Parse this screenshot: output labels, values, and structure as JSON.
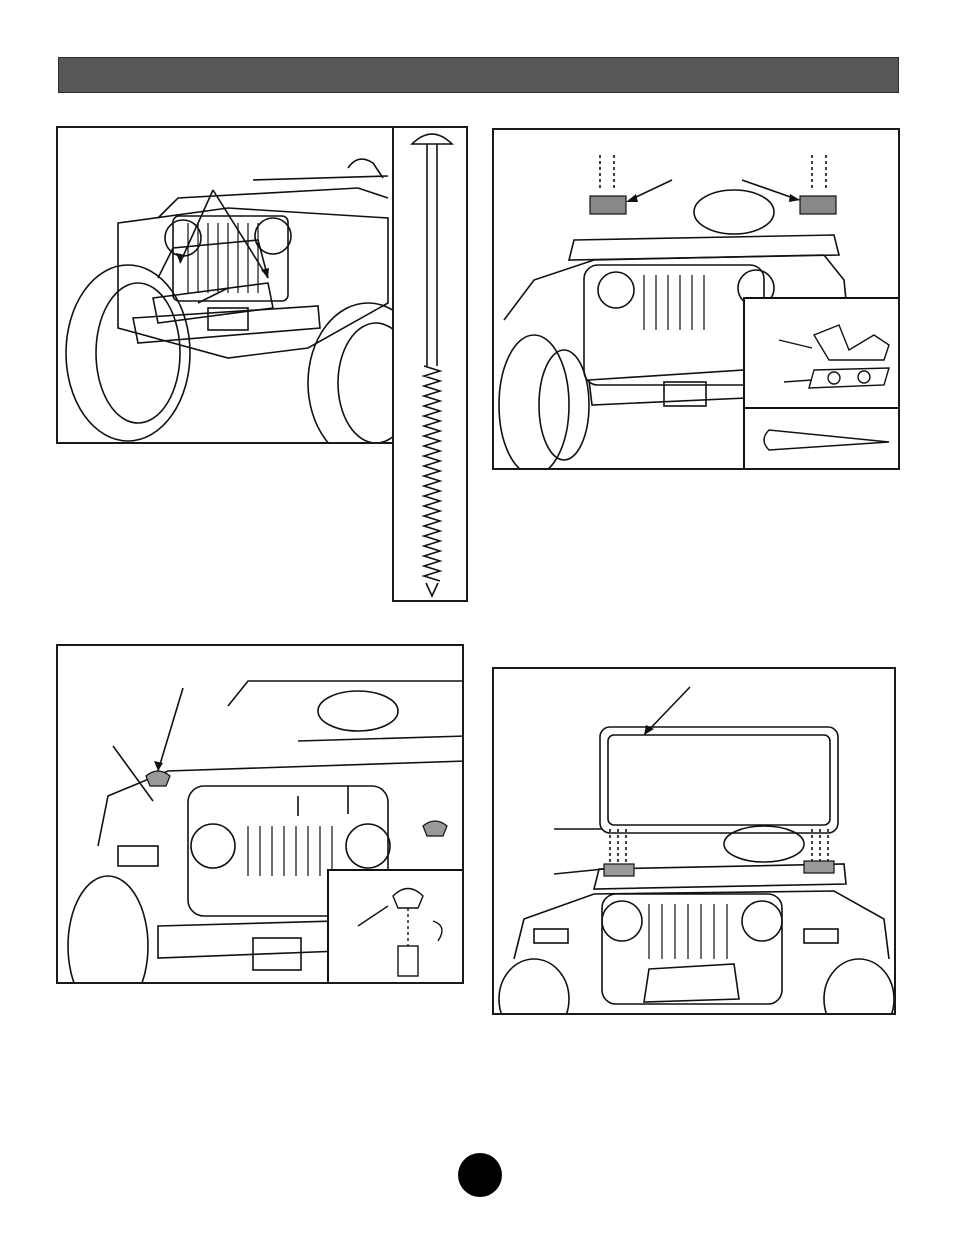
{
  "header": {
    "title": ""
  },
  "figures": [
    {
      "id": "bumper-install",
      "depicts": "bumper-attachment-view"
    },
    {
      "id": "long-screw",
      "depicts": "long-screw-actual-size"
    },
    {
      "id": "windshield-hinges",
      "depicts": "hinge-attachment-view"
    },
    {
      "id": "latch-install",
      "depicts": "windshield-latch-view"
    },
    {
      "id": "windshield-mount",
      "depicts": "windshield-placement-view"
    }
  ],
  "footer": {
    "page_number": ""
  },
  "colors": {
    "header_bar": "#575757",
    "line": "#1a1a1a",
    "page_dot": "#000000"
  }
}
